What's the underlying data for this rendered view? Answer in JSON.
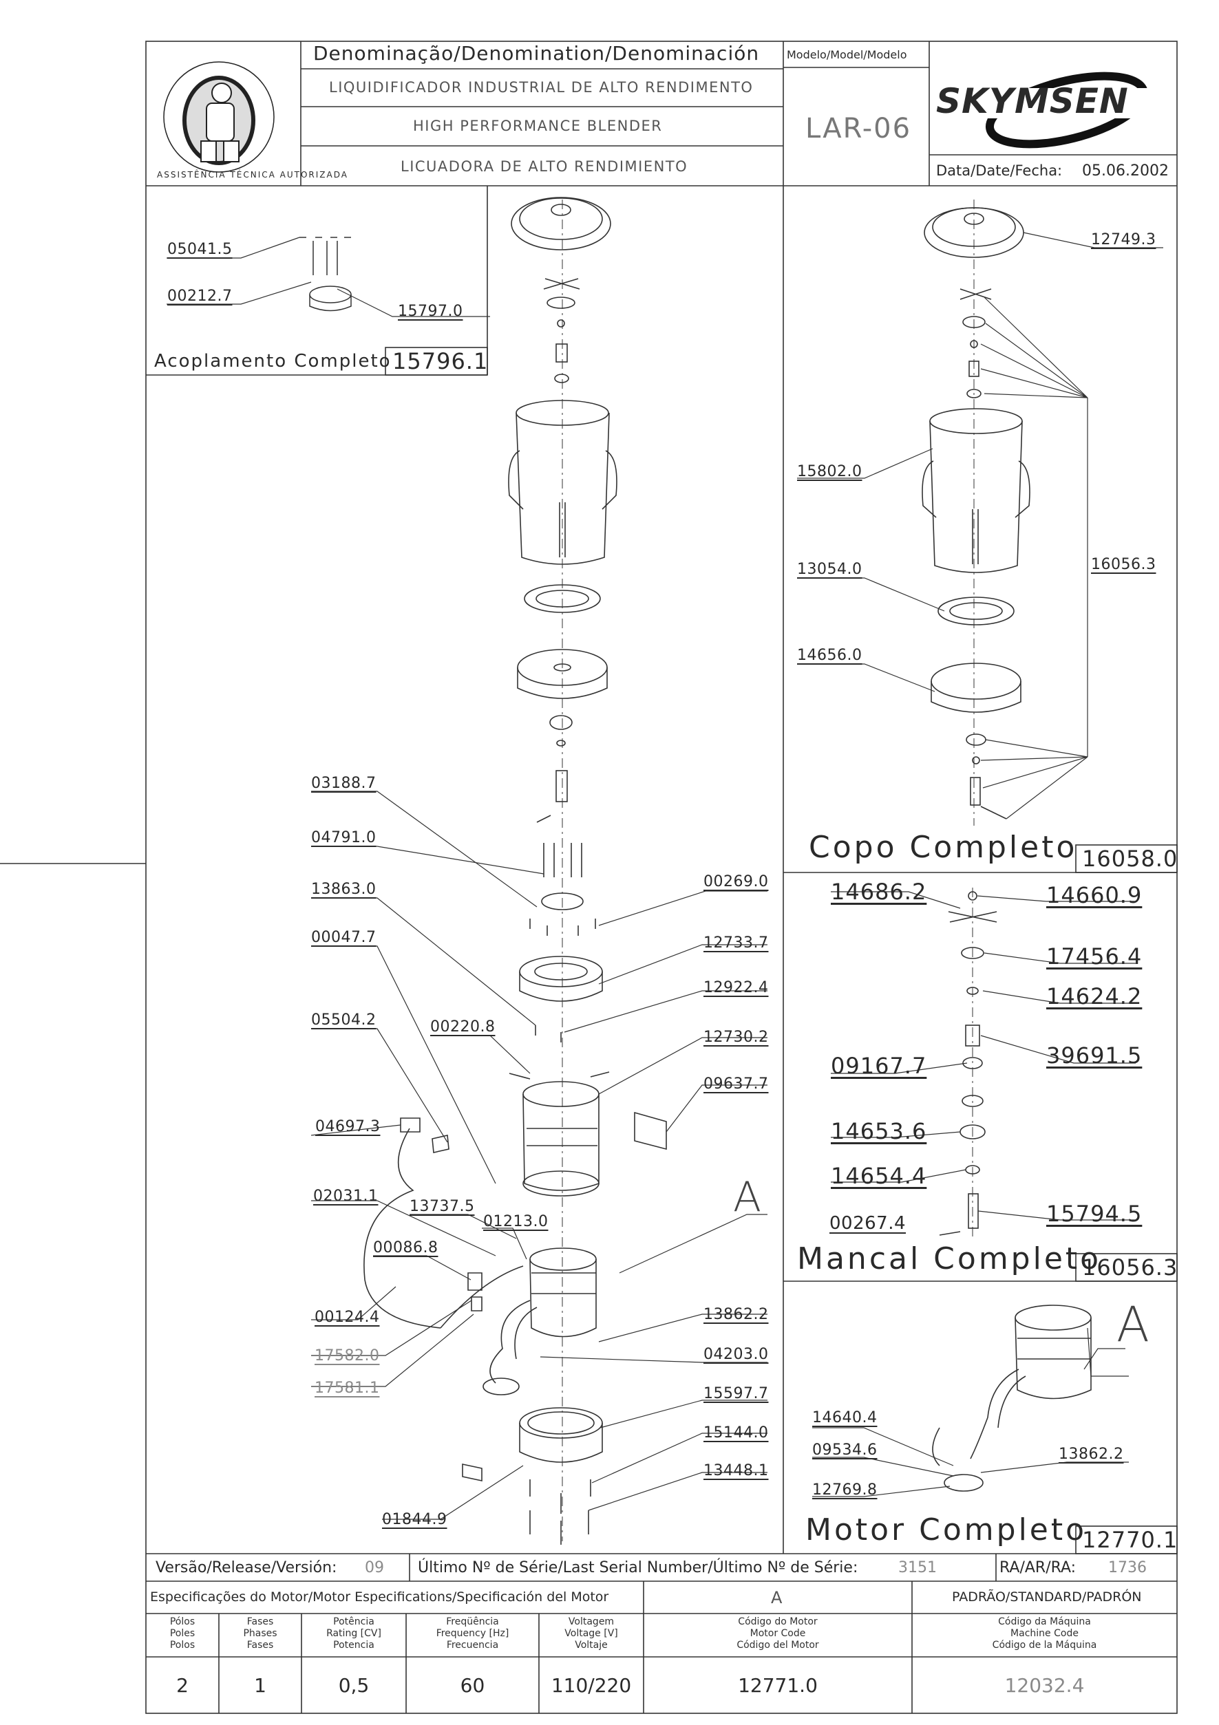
{
  "header": {
    "badge_text": "ASSISTÊNCIA TÉCNICA AUTORIZADA",
    "denomination_label": "Denominação/Denomination/Denominación",
    "model_label": "Modelo/Model/Modelo",
    "name_pt": "LIQUIDIFICADOR INDUSTRIAL DE ALTO RENDIMENTO",
    "name_en": "HIGH PERFORMANCE BLENDER",
    "name_es": "LICUADORA DE ALTO RENDIMIENTO",
    "model": "LAR-06",
    "brand": "SKYMSEN",
    "date_label": "Data/Date/Fecha:",
    "date": "05.06.2002"
  },
  "coupling": {
    "title": "Acoplamento Completo",
    "code": "15796.1",
    "parts": [
      "05041.5",
      "00212.7",
      "15797.0"
    ]
  },
  "main_parts": {
    "left": [
      "03188.7",
      "04791.0",
      "13863.0",
      "00047.7",
      "05504.2",
      "00220.8",
      "04697.3",
      "02031.1",
      "13737.5",
      "01213.0",
      "00086.8",
      "00124.4",
      "17582.0",
      "17581.1",
      "01844.9"
    ],
    "right": [
      "00269.0",
      "12733.7",
      "12922.4",
      "12730.2",
      "09637.7",
      "13862.2",
      "04203.0",
      "15597.7",
      "15144.0",
      "13448.1"
    ],
    "callout": "A"
  },
  "cup": {
    "title": "Copo Completo",
    "code": "16058.0",
    "parts": [
      "12749.3",
      "15802.0",
      "13054.0",
      "14656.0",
      "16056.3"
    ]
  },
  "bearing": {
    "title": "Mancal Completo",
    "code": "16056.3",
    "parts": [
      "14686.2",
      "14660.9",
      "17456.4",
      "14624.2",
      "09167.7",
      "39691.5",
      "14653.6",
      "14654.4",
      "00267.4",
      "15794.5"
    ]
  },
  "motor": {
    "title": "Motor Completo",
    "code": "12770.1",
    "callout": "A",
    "parts": [
      "14640.4",
      "09534.6",
      "12769.8",
      "13862.2"
    ]
  },
  "footer": {
    "version_label": "Versão/Release/Versión:",
    "version": "09",
    "serial_label": "Último Nº de Série/Last Serial Number/Último Nº de Série:",
    "serial": "3151",
    "ra_label": "RA/AR/RA:",
    "ra": "1736",
    "specs_label": "Especificações do Motor/Motor Especifications/Specificación del Motor",
    "motor_col": "A",
    "standard_label": "PADRÃO/STANDARD/PADRÓN",
    "col_poles": [
      "Pólos",
      "Poles",
      "Polos"
    ],
    "col_phases": [
      "Fases",
      "Phases",
      "Fases"
    ],
    "col_power": [
      "Potência",
      "Rating [CV]",
      "Potencia"
    ],
    "col_freq": [
      "Freqüência",
      "Frequency [Hz]",
      "Frecuencia"
    ],
    "col_voltage": [
      "Voltagem",
      "Voltage [V]",
      "Voltaje"
    ],
    "col_motor_code": [
      "Código do Motor",
      "Motor Code",
      "Código del Motor"
    ],
    "col_machine_code": [
      "Código da Máquina",
      "Machine Code",
      "Código de la Máquina"
    ],
    "poles": "2",
    "phases": "1",
    "power": "0,5",
    "frequency": "60",
    "voltage": "110/220",
    "motor_code": "12771.0",
    "machine_code": "12032.4"
  }
}
